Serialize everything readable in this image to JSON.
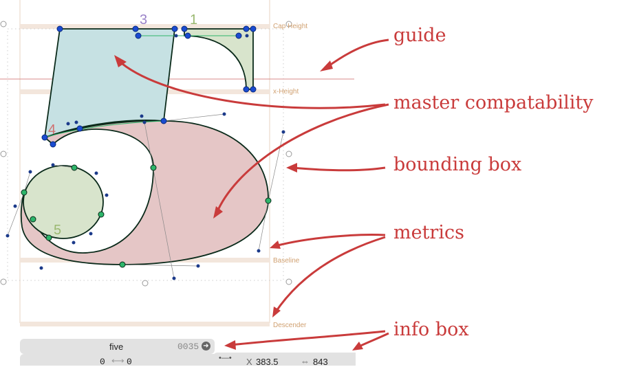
{
  "metrics": {
    "cap_height": "Cap Height",
    "x_height": "x-Height",
    "baseline": "Baseline",
    "descender": "Descender"
  },
  "path_numbers": [
    "3",
    "1",
    "4",
    "5"
  ],
  "annotations": {
    "guide": "guide",
    "master_compatability": "master compatability",
    "bounding_box": "bounding box",
    "metrics": "metrics",
    "info_box": "info box"
  },
  "info_box": {
    "glyph_name": "five",
    "unicode": "0035",
    "lsb": "0",
    "rsb": "0",
    "x_label": "X",
    "x_value": "383.5",
    "width_value": "843"
  },
  "colors": {
    "annotation": "#c93b3b",
    "metric": "#d0a070"
  }
}
